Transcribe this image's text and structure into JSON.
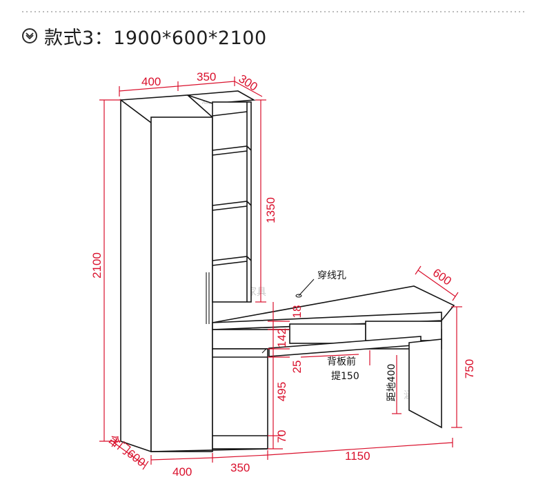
{
  "header": {
    "title": "款式3：1900*600*2100",
    "icon": "chevron-down-circle-icon"
  },
  "dimensions": {
    "top_wardrobe_width": "400",
    "top_shelf_width": "350",
    "top_shelf_depth": "300",
    "total_height": "2100",
    "shelf_height": "1350",
    "desk_depth": "600",
    "desk_top_thickness": "18",
    "drawer_height": "142",
    "back_panel_gap": "25",
    "lower_cabinet_height": "495",
    "plinth_height": "70",
    "desk_height": "750",
    "bottom_wardrobe_width": "400",
    "bottom_cabinet_width": "350",
    "desk_length": "1150",
    "depth_with_door": "含门600"
  },
  "annotations": {
    "cable_hole": "穿线孔",
    "back_panel_line1": "背板前",
    "back_panel_line2": "提150",
    "floor_clearance": "距地400"
  },
  "watermark": "涵缘家具",
  "colors": {
    "dimension": "#d90f2b",
    "outline": "#141414"
  }
}
